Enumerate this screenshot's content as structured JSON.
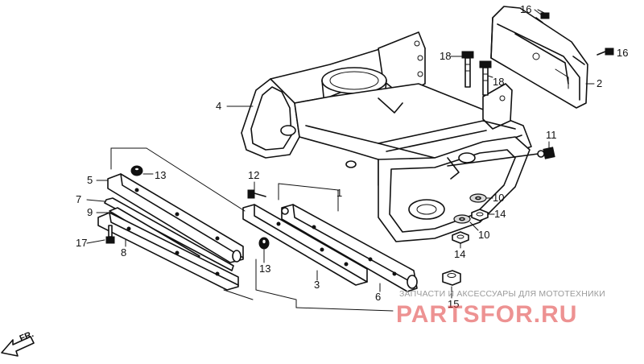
{
  "callouts": {
    "c1": "1",
    "c2": "2",
    "c3": "3",
    "c4": "4",
    "c5": "5",
    "c6": "6",
    "c7": "7",
    "c8": "8",
    "c9": "9",
    "c10a": "10",
    "c10b": "10",
    "c11": "11",
    "c12": "12",
    "c13a": "13",
    "c13b": "13",
    "c14a": "14",
    "c14b": "14",
    "c15": "15",
    "c16a": "16",
    "c16b": "16",
    "c17": "17",
    "c18a": "18",
    "c18b": "18"
  },
  "direction_label": "FR.",
  "watermark": {
    "subtitle": "ЗАПЧАСТИ И АКСЕССУАРЫ ДЛЯ МОТОТЕХНИКИ",
    "logo": "PARTSFOR.RU"
  }
}
